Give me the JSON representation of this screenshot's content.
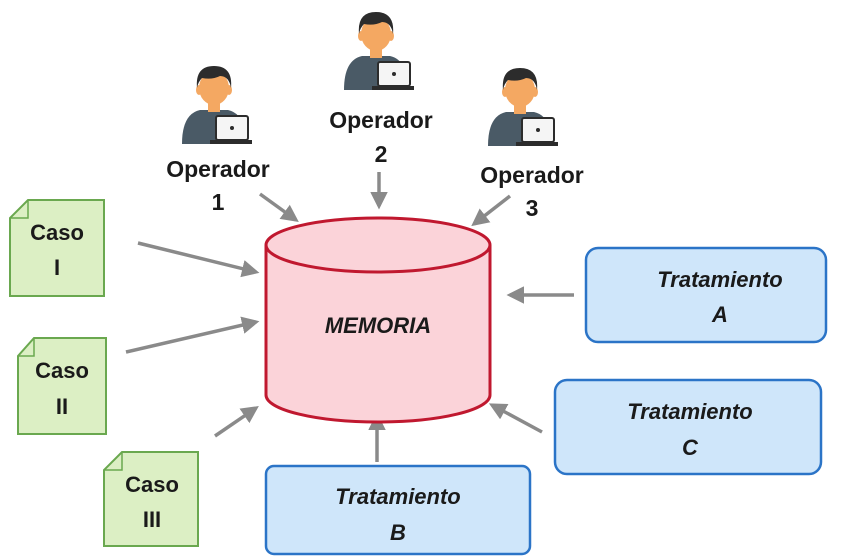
{
  "memory": {
    "label": "MEMORIA"
  },
  "operators": [
    {
      "label": "Operador",
      "number": "1",
      "icon": "operator-laptop-icon"
    },
    {
      "label": "Operador",
      "number": "2",
      "icon": "operator-laptop-icon"
    },
    {
      "label": "Operador",
      "number": "3",
      "icon": "operator-laptop-icon"
    }
  ],
  "cases": [
    {
      "label": "Caso",
      "numeral": "I",
      "icon": "document-icon"
    },
    {
      "label": "Caso",
      "numeral": "II",
      "icon": "document-icon"
    },
    {
      "label": "Caso",
      "numeral": "III",
      "icon": "document-icon"
    }
  ],
  "treatments": [
    {
      "label": "Tratamiento",
      "letter": "A"
    },
    {
      "label": "Tratamiento",
      "letter": "B"
    },
    {
      "label": "Tratamiento",
      "letter": "C"
    }
  ],
  "colors": {
    "memory_fill": "#fbd3d9",
    "memory_stroke": "#c0182f",
    "case_fill": "#dcefc4",
    "case_stroke": "#6aa84f",
    "treatment_fill": "#cfe6fa",
    "treatment_stroke": "#2b74c7",
    "arrow": "#8a8a8a",
    "operator_hair": "#2c2c2c",
    "operator_skin": "#f4a862",
    "operator_shirt": "#4a5a66",
    "laptop": "#f5f5f5"
  }
}
